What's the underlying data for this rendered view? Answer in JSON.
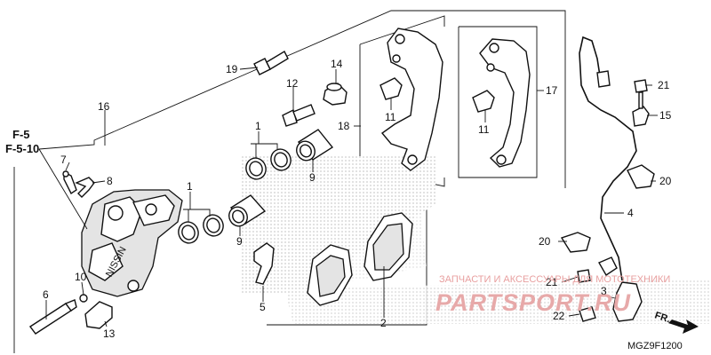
{
  "callouts": {
    "c1a": "1",
    "c1b": "1",
    "c2": "2",
    "c3": "3",
    "c4": "4",
    "c5": "5",
    "c6": "6",
    "c7": "7",
    "c8": "8",
    "c9a": "9",
    "c9b": "9",
    "c10": "10",
    "c11a": "11",
    "c11b": "11",
    "c12": "12",
    "c13": "13",
    "c14": "14",
    "c15": "15",
    "c16": "16",
    "c17": "17",
    "c18": "18",
    "c19": "19",
    "c20a": "20",
    "c20b": "20",
    "c21a": "21",
    "c21b": "21",
    "c22": "22"
  },
  "refs": {
    "ref1": "F-5",
    "ref2": "F-5-10"
  },
  "caliper_marking": "NISSIN",
  "direction_label": "FR.",
  "diagram_code": "MGZ9F1200",
  "watermark": {
    "line1": "ЗАПЧАСТИ И АКСЕССУАРЫ ДЛЯ МОТОТЕХНИКИ",
    "line2": "PARTSPORT.RU"
  }
}
